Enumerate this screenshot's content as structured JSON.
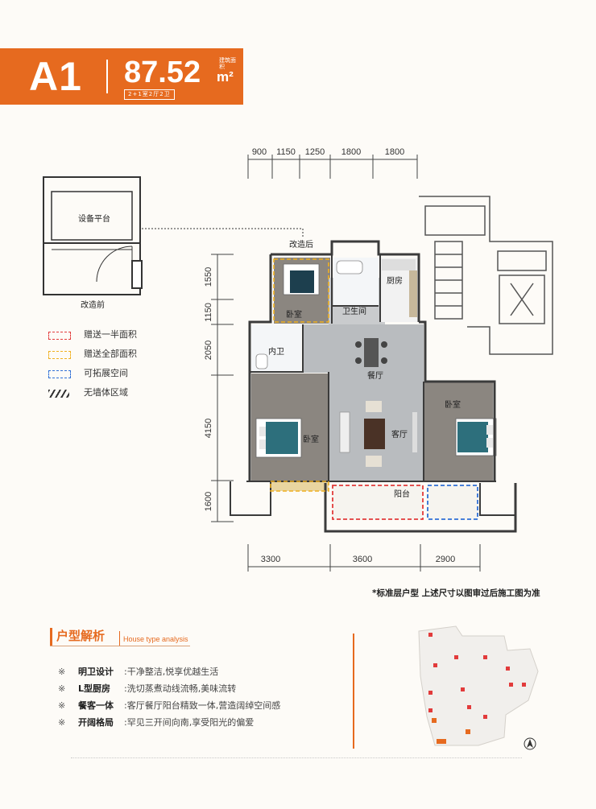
{
  "header": {
    "code": "A1",
    "area": "87.52",
    "area_superscript": "建筑面积",
    "area_unit": "m²",
    "layout": "2+1室2厅2卫"
  },
  "dimensions": {
    "top": [
      "900",
      "1150",
      "1250",
      "1800",
      "1800"
    ],
    "bottom": [
      "3300",
      "3600",
      "2900"
    ],
    "left": [
      "1550",
      "1150",
      "2050",
      "4150",
      "1600"
    ]
  },
  "plan_labels": {
    "after_mod": "改造后",
    "before_mod": "改造前",
    "equipment_platform": "设备平台",
    "kitchen": "厨房",
    "bathroom": "卫生间",
    "bedroom_top": "卧室",
    "inner_bath": "内卫",
    "dining": "餐厅",
    "living": "客厅",
    "bedroom_master": "卧室",
    "bedroom_right": "卧室",
    "balcony": "阳台"
  },
  "legend": [
    {
      "label": "赠送一半面积",
      "color": "#e23b3b"
    },
    {
      "label": "赠送全部面积",
      "color": "#f0b020"
    },
    {
      "label": "可拓展空间",
      "color": "#2f6fd6"
    },
    {
      "label": "无墙体区域",
      "color": "#333333"
    }
  ],
  "note": "*标准层户型 上述尺寸以图审过后施工图为准",
  "analysis": {
    "title": "户型解析",
    "subtitle": "House type analysis",
    "items": [
      {
        "key": "明卫设计",
        "content": ":干净整洁,悦享优越生活"
      },
      {
        "key": "L型厨房",
        "content": ":洗切蒸煮动线流畅,美味流转"
      },
      {
        "key": "餐客一体",
        "content": ":客厅餐厅阳台精致一体,营造阔绰空间感"
      },
      {
        "key": "开阔格局",
        "content": ":罕见三开间向南,享受阳光的偏爱"
      }
    ]
  },
  "colors": {
    "accent": "#e66a1f",
    "floor_wood": "#8b8680",
    "floor_tile": "#b9bcbf"
  }
}
